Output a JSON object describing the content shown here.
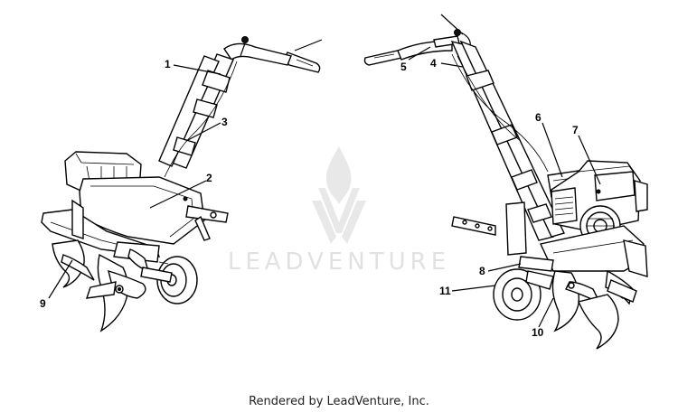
{
  "watermark": {
    "logo_name": "leadventure-flame-logo",
    "text": "LEADVENTURE",
    "color": "#c9c9c9"
  },
  "footer": {
    "text": "Rendered by LeadVenture, Inc."
  },
  "callouts": {
    "c1": "1",
    "c2": "2",
    "c3": "3",
    "c4": "4",
    "c5": "5",
    "c6": "6",
    "c7": "7",
    "c8": "8",
    "c9": "9",
    "c10": "10",
    "c11": "11"
  },
  "colors": {
    "line": "#000000",
    "background": "#ffffff"
  }
}
